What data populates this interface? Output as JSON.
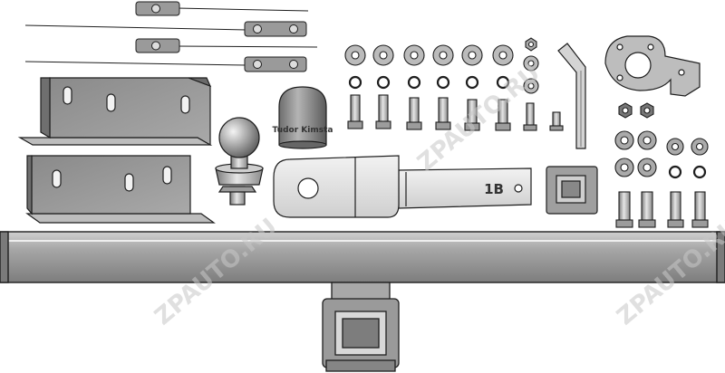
{
  "scene": {
    "background": "#ffffff",
    "metal_color": "#9a9a9a",
    "metal_light": "#d9d9d9",
    "metal_dark": "#555555",
    "outline_color": "#1e1e1e",
    "watermark_color": "#c8c8c8"
  },
  "cover_text": "Tudor Kimsta",
  "tongue_mark": "1B",
  "watermark": "ZPAUTO.RU"
}
